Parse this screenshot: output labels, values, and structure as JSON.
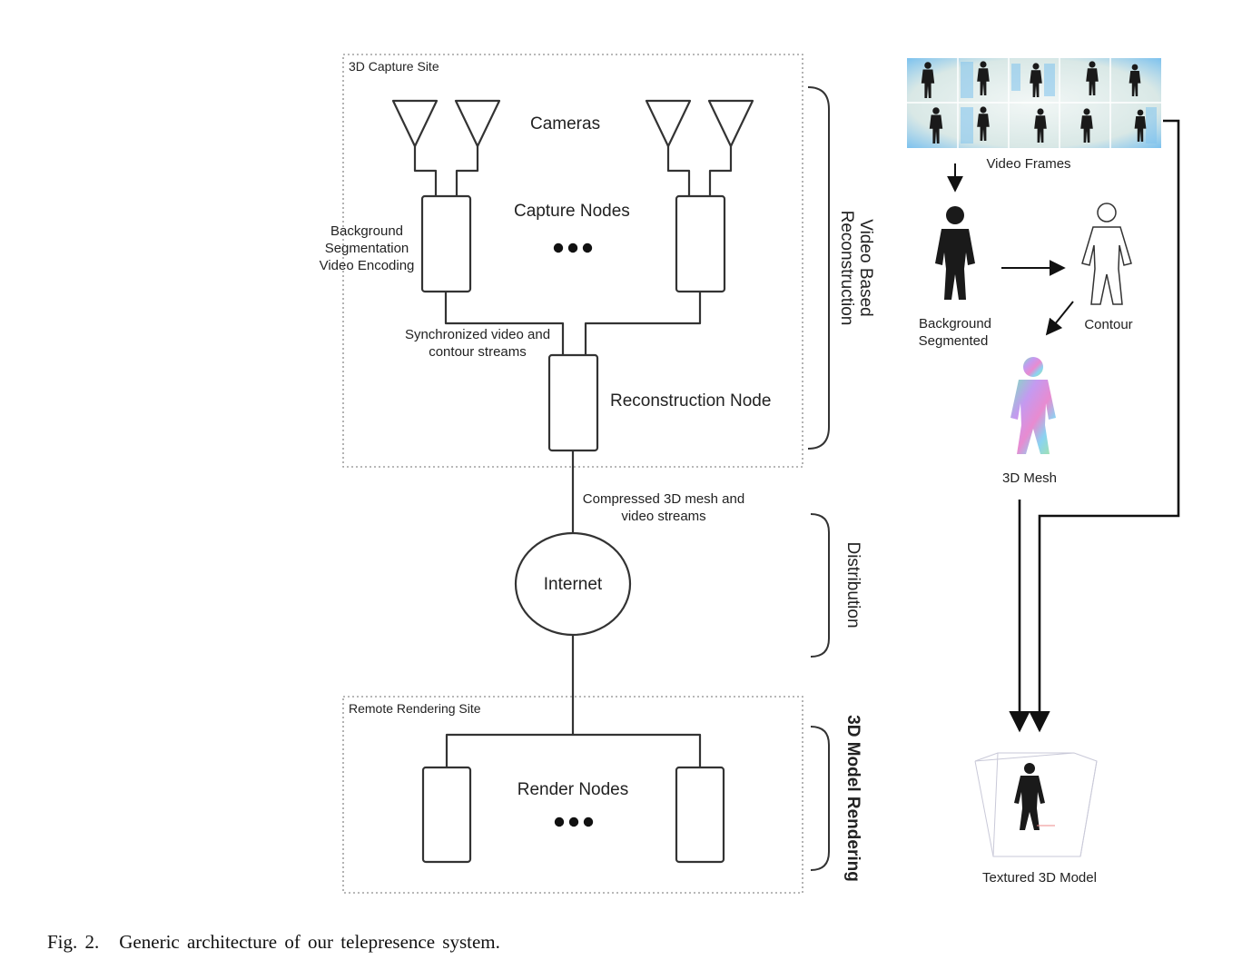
{
  "capture_site": {
    "title": "3D Capture Site",
    "cameras_label": "Cameras",
    "capture_nodes_label": "Capture Nodes",
    "node_tasks": [
      "Background",
      "Segmentation",
      "Video Encoding"
    ],
    "sync_streams": [
      "Synchronized video and",
      "contour streams"
    ],
    "reconstruction_node_label": "Reconstruction Node"
  },
  "network": {
    "compressed_streams": [
      "Compressed 3D mesh and",
      "video streams"
    ],
    "internet_label": "Internet"
  },
  "rendering_site": {
    "title": "Remote Rendering Site",
    "render_nodes_label": "Render Nodes"
  },
  "stages": {
    "video_based": [
      "Video Based",
      "Reconstruction"
    ],
    "distribution": "Distribution",
    "model_rendering": "3D Model Rendering"
  },
  "pipeline": {
    "video_frames": "Video Frames",
    "background_segmented": [
      "Background",
      "Segmented"
    ],
    "contour": "Contour",
    "mesh": "3D Mesh",
    "textured_model": "Textured 3D Model"
  },
  "caption": {
    "number": "Fig. 2.",
    "text": "Generic architecture of our telepresence system."
  },
  "colors": {
    "stroke": "#333333",
    "dotted_border": "#a0a0a0",
    "frame_bg": "#d9e8e6",
    "frame_glow": "#7fc3ee",
    "mesh_rainbow": [
      "#7fe0c0",
      "#c49af0",
      "#e88bd0",
      "#8ad3f2",
      "#a9e59a"
    ],
    "figure_dark": "#1a1a1a"
  }
}
